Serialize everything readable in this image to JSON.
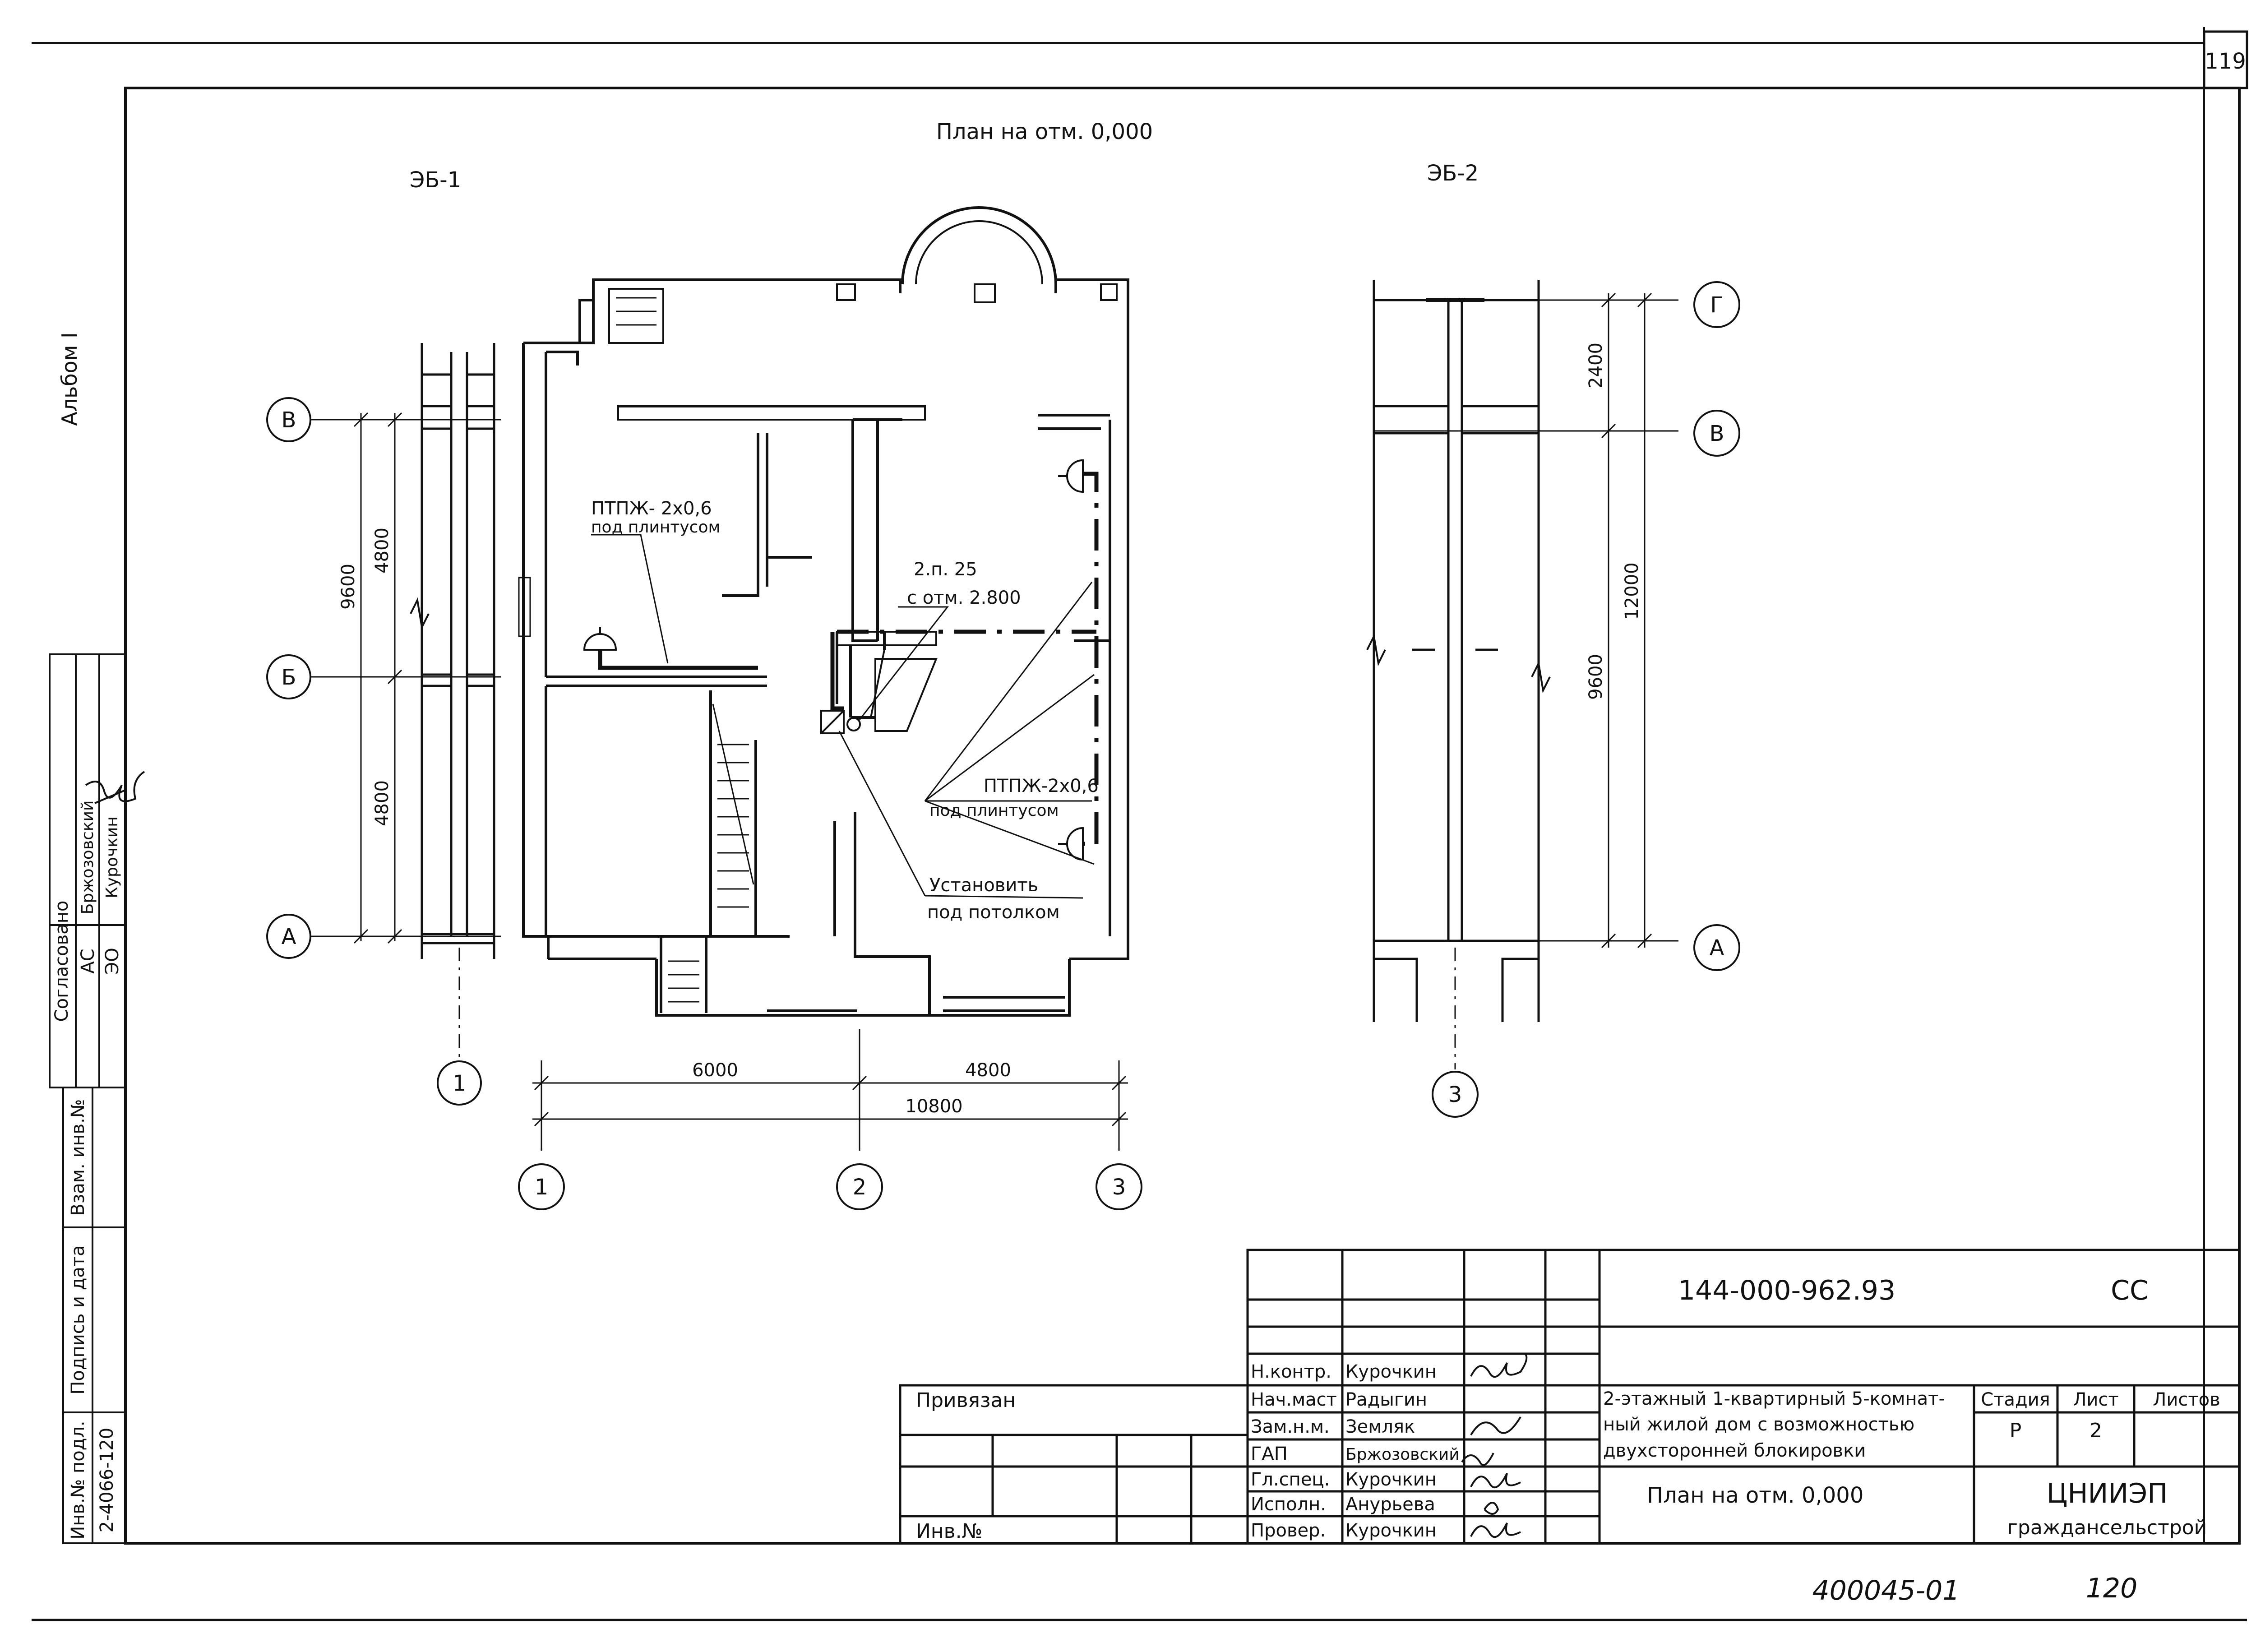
{
  "sheet_number": "119",
  "album_label": "Альбом I",
  "plan_title": "План на отм. 0,000",
  "plan_labels": {
    "left": "ЭБ-1",
    "right": "ЭБ-2"
  },
  "axes": {
    "rows_left": [
      "В",
      "Б",
      "А"
    ],
    "rows_right": [
      "Г",
      "В",
      "А"
    ],
    "cols_bottom": [
      "1",
      "2",
      "3"
    ],
    "col_left_section": "1",
    "col_right_section": "3"
  },
  "dimensions": {
    "left_total": "9600",
    "left_upper": "4800",
    "left_lower": "4800",
    "bottom_left": "6000",
    "bottom_right": "4800",
    "bottom_total": "10800",
    "right_top": "2400",
    "right_total": "12000",
    "right_lower": "9600"
  },
  "annotations": {
    "cable_1_line1": "ПТПЖ- 2х0,6",
    "cable_1_line2": "под плинтусом",
    "conduit_line1": "2.п. 25",
    "conduit_line2": "с отм. 2.800",
    "cable_2_line1": "ПТПЖ-2х0,6",
    "cable_2_line2": "под плинтусом",
    "install_line1": "Установить",
    "install_line2": "под потолком"
  },
  "approval_block": {
    "title": "Согласовано",
    "rows": [
      {
        "dept": "АС",
        "name": "Бржозовский"
      },
      {
        "dept": "ЭО",
        "name": "Курочкин"
      }
    ]
  },
  "side_stamp": {
    "col1": "Инв.№ подл.",
    "col2": "Подпись и дата",
    "col3": "Взам. инв.№",
    "inv_value": "2-4066-120"
  },
  "title_block": {
    "doc_code": "144-000-962.93",
    "doc_mark": "СС",
    "bound_label": "Привязан",
    "inv_label": "Инв.№",
    "staff": [
      {
        "role": "Н.контр.",
        "name": "Курочкин"
      },
      {
        "role": "Нач.маст",
        "name": "Радыгин"
      },
      {
        "role": "Зам.н.м.",
        "name": "Земляк"
      },
      {
        "role": "ГАП",
        "name": "Бржозовский"
      },
      {
        "role": "Гл.спец.",
        "name": "Курочкин"
      },
      {
        "role": "Исполн.",
        "name": "Анурьева"
      },
      {
        "role": "Провер.",
        "name": "Курочкин"
      }
    ],
    "project_line1": "2-этажный 1-квартирный 5-комнат-",
    "project_line2": "ный жилой дом с возможностью",
    "project_line3": "двухсторонней блокировки",
    "sheet_title": "План на отм. 0,000",
    "stage_header": "Стадия",
    "sheet_header": "Лист",
    "sheets_header": "Листов",
    "stage_value": "Р",
    "sheet_value": "2",
    "org_line1": "ЦНИИЭП",
    "org_line2": "граждансельстрой"
  },
  "bottom_note": {
    "code": "400045-01",
    "page": "120"
  }
}
